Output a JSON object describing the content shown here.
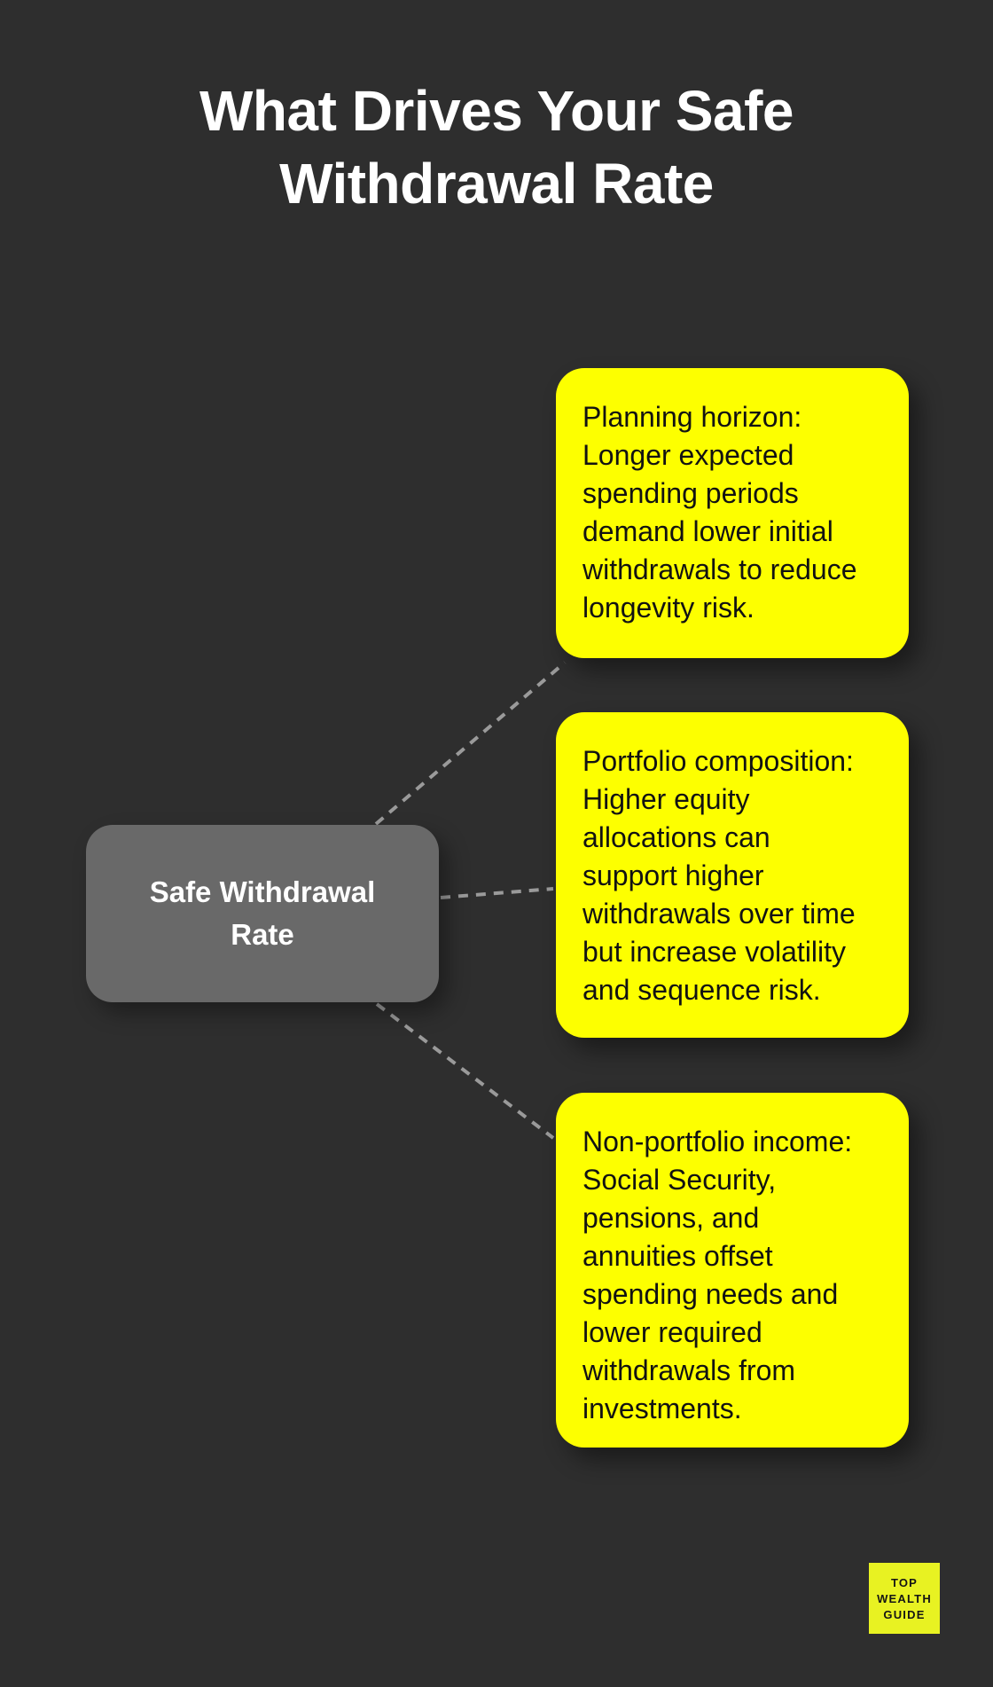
{
  "page": {
    "title": "What Drives Your Safe\nWithdrawal Rate",
    "background_color": "#2e2e2e"
  },
  "center_node": {
    "label": "Safe Withdrawal\nRate",
    "color": "#696969"
  },
  "factors": [
    {
      "text": "Planning horizon:\nLonger expected\nspending periods\ndemand lower initial\nwithdrawals to reduce\nlongevity risk."
    },
    {
      "text": "Portfolio composition:\nHigher equity\nallocations can\nsupport higher\nwithdrawals over time\nbut increase volatility\nand sequence risk."
    },
    {
      "text": "Non-portfolio income:\nSocial Security,\npensions, and\nannuities offset\nspending needs and\nlower required\nwithdrawals from\ninvestments."
    }
  ],
  "colors": {
    "card_yellow": "#fdff00",
    "node_gray": "#696969",
    "connector_gray": "#9a9a9a",
    "logo_yellow": "#e8f222",
    "title_text": "#ffffff",
    "card_text": "#121212"
  },
  "logo": {
    "lines": [
      "TOP",
      "WEALTH",
      "GUIDE"
    ]
  }
}
